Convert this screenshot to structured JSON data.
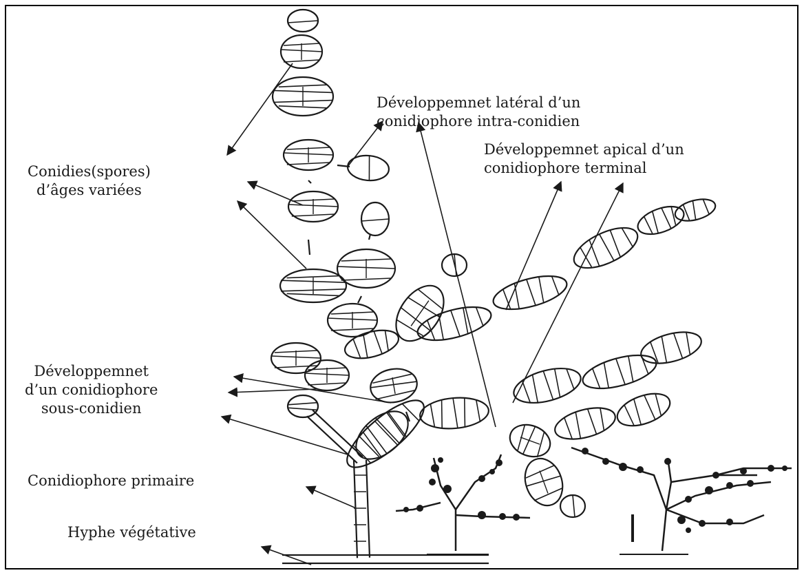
{
  "labels": {
    "lateral": [
      "Développemnet latéral d’un",
      "conidiophore intra-conidien"
    ],
    "apical": [
      "Développemnet apical d’un",
      "conidiophore terminal"
    ],
    "conidies": [
      "Conidies(spores)",
      "d’âges variées"
    ],
    "sous": [
      "Développemnet",
      "d’un conidiophore",
      "sous-conidien"
    ],
    "primaire": "Conidiophore primaire",
    "hyphe": "Hyphe végétative"
  },
  "colors": {
    "ink": "#1a1a1a",
    "background": "#ffffff"
  }
}
